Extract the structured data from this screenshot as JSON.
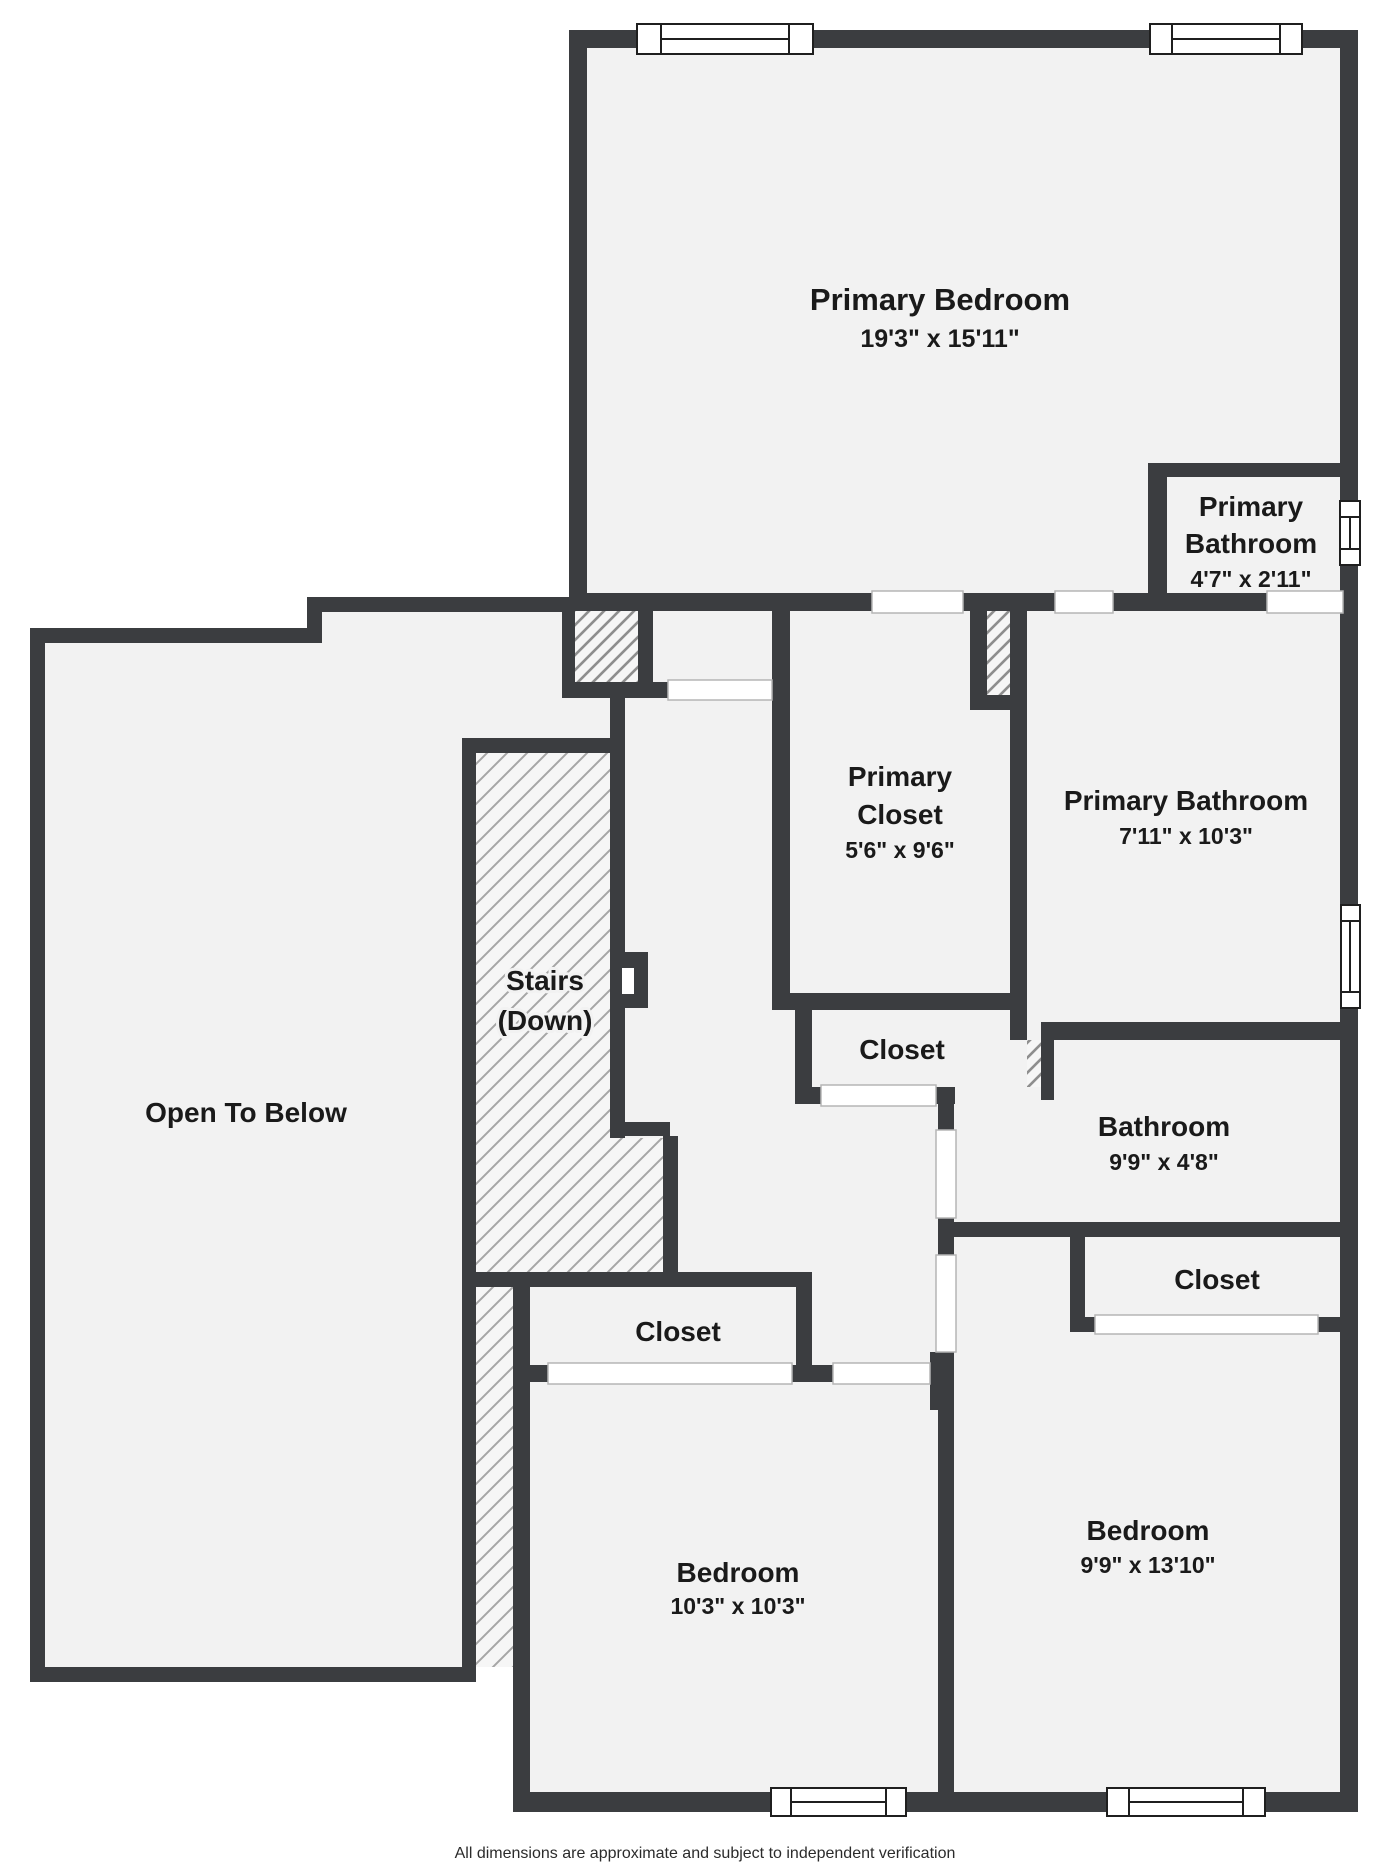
{
  "floor_plan": {
    "rooms": {
      "primary_bedroom": {
        "name": "Primary Bedroom",
        "dims": "19'3\" x 15'11\""
      },
      "primary_bathroom_small": {
        "name_line1": "Primary",
        "name_line2": "Bathroom",
        "dims": "4'7\" x 2'11\""
      },
      "primary_closet": {
        "name_line1": "Primary",
        "name_line2": "Closet",
        "dims": "5'6\" x 9'6\""
      },
      "primary_bathroom": {
        "name": "Primary Bathroom",
        "dims": "7'11\" x 10'3\""
      },
      "stairs": {
        "name_line1": "Stairs",
        "name_line2": "(Down)"
      },
      "open_to_below": {
        "name": "Open To Below"
      },
      "closet_mid": {
        "name": "Closet"
      },
      "bathroom": {
        "name": "Bathroom",
        "dims": "9'9\" x 4'8\""
      },
      "closet_right": {
        "name": "Closet"
      },
      "bedroom_right": {
        "name": "Bedroom",
        "dims": "9'9\" x 13'10\""
      },
      "bedroom_mid": {
        "name": "Bedroom",
        "dims": "10'3\" x 10'3\""
      },
      "closet_left": {
        "name": "Closet"
      }
    },
    "colors": {
      "wall": "#3b3d40",
      "floor": "#f2f2f2",
      "hatch_line": "#9a9a9a",
      "text": "#1a1a1a"
    },
    "footer": {
      "disclaimer": "All dimensions are approximate and subject to independent verification"
    }
  }
}
